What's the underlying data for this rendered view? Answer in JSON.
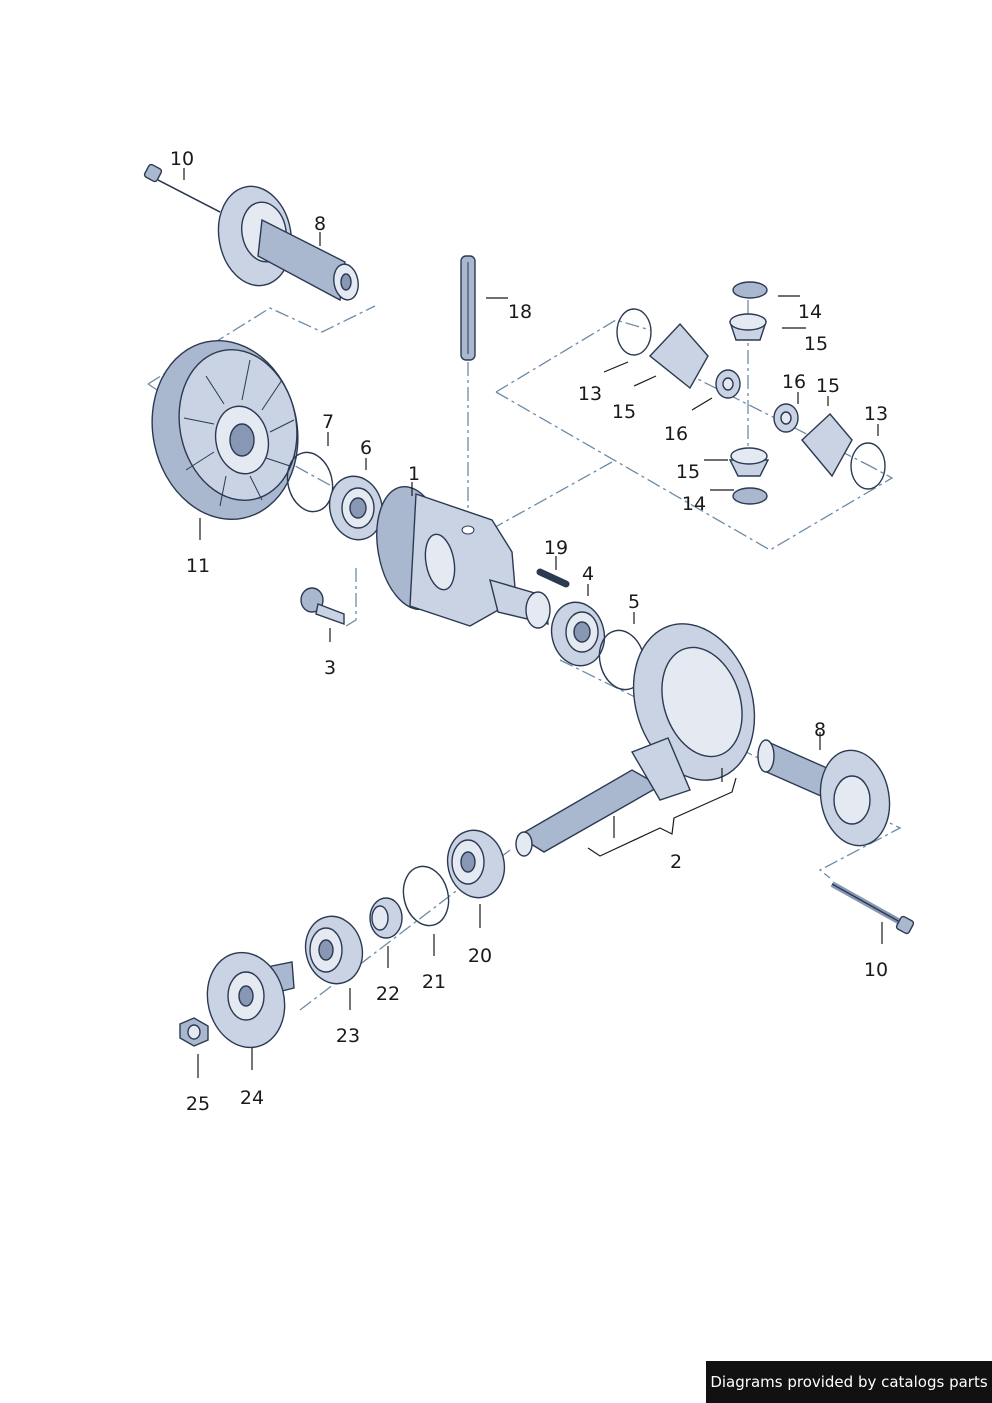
{
  "callouts": {
    "c1": "1",
    "c2": "2",
    "c3": "3",
    "c4": "4",
    "c5": "5",
    "c6": "6",
    "c7": "7",
    "c8a": "8",
    "c8b": "8",
    "c10a": "10",
    "c10b": "10",
    "c11": "11",
    "c13a": "13",
    "c13b": "13",
    "c14a": "14",
    "c14b": "14",
    "c15a": "15",
    "c15b": "15",
    "c15c": "15",
    "c15d": "15",
    "c16a": "16",
    "c16b": "16",
    "c18": "18",
    "c19": "19",
    "c20": "20",
    "c21": "21",
    "c22": "22",
    "c23": "23",
    "c24": "24",
    "c25": "25"
  },
  "credit": "Diagrams provided by catalogs parts"
}
